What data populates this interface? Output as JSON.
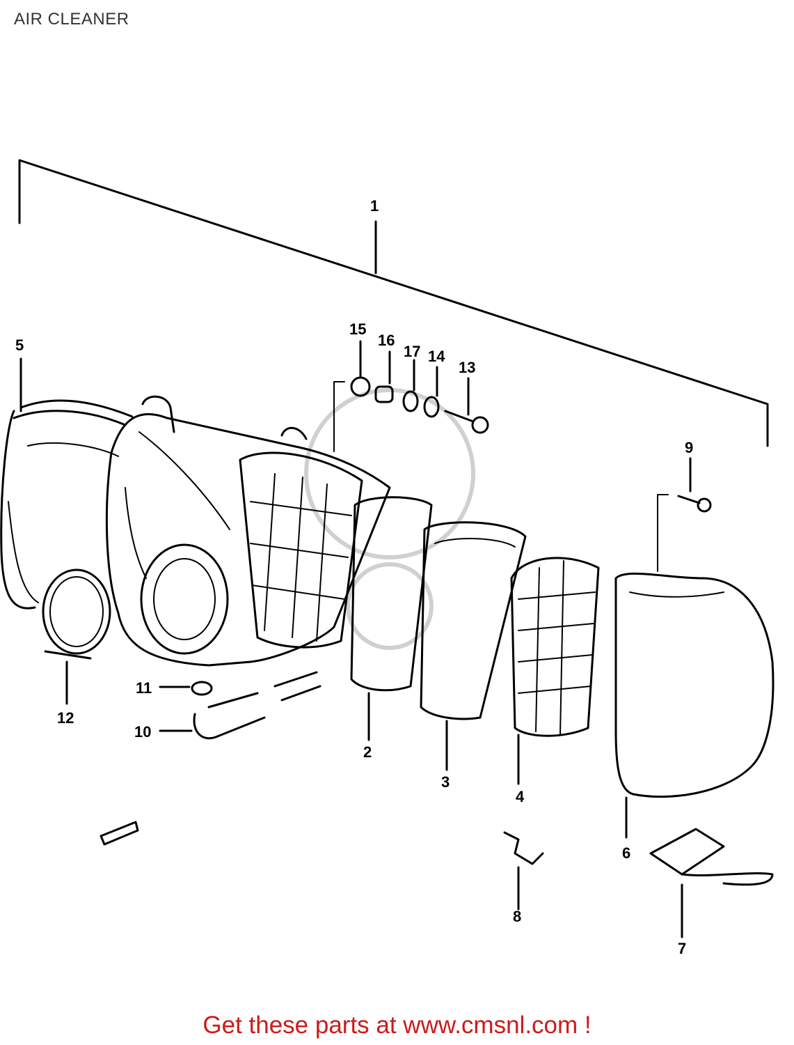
{
  "title": "AIR CLEANER",
  "promo_text": "Get these parts at www.cmsnl.com !",
  "callouts": {
    "c1": "1",
    "c2": "2",
    "c3": "3",
    "c4": "4",
    "c5": "5",
    "c6": "6",
    "c7": "7",
    "c8": "8",
    "c9": "9",
    "c10": "10",
    "c11": "11",
    "c12": "12",
    "c13": "13",
    "c14": "14",
    "c15": "15",
    "c16": "16",
    "c17": "17"
  },
  "colors": {
    "promo": "#cc1a1a",
    "title": "#333333",
    "ink": "#000000"
  }
}
